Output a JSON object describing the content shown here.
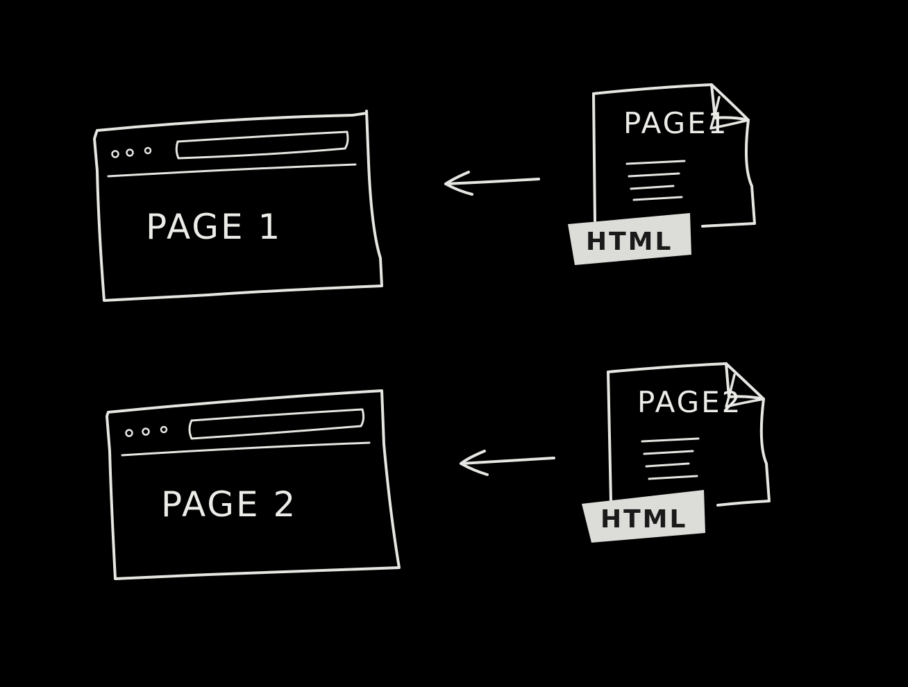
{
  "colors": {
    "background": "#000000",
    "chalk": "#e6e6e2",
    "tag_fill": "#dcdcd8",
    "tag_text": "#1a1a1a"
  },
  "browsers": [
    {
      "page_label": "PAGE 1",
      "controls_icon": "window-dots-icon"
    },
    {
      "page_label": "PAGE 2",
      "controls_icon": "window-dots-icon"
    }
  ],
  "documents": [
    {
      "doc_label": "PAGE1",
      "tag_label": "HTML",
      "icon": "file-document-icon"
    },
    {
      "doc_label": "PAGE2",
      "tag_label": "HTML",
      "icon": "file-document-icon"
    }
  ],
  "arrows": [
    {
      "icon": "arrow-left-icon"
    },
    {
      "icon": "arrow-left-icon"
    }
  ]
}
